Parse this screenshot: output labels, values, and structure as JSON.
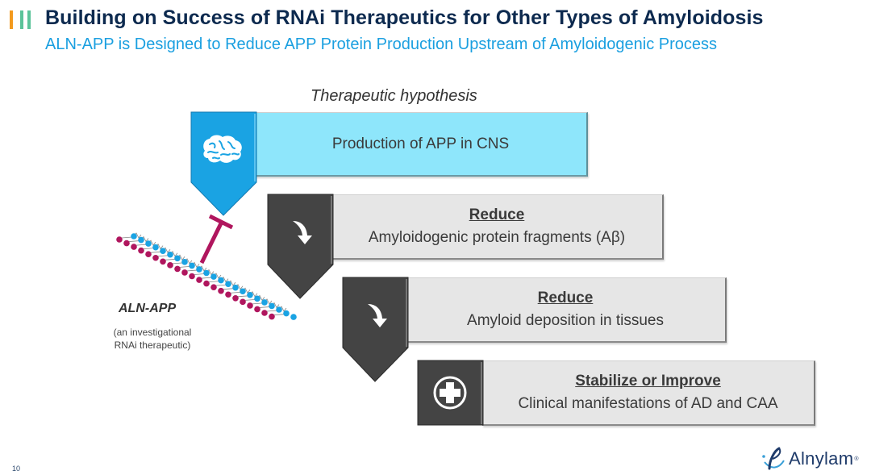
{
  "header": {
    "accent_colors": [
      "#f39a1e",
      "#5cc39a",
      "#5cc39a"
    ],
    "title": "Building on Success of RNAi Therapeutics for Other Types of Amyloidosis",
    "subtitle": "ALN-APP is Designed to Reduce APP Protein Production Upstream of Amyloidogenic Process"
  },
  "diagram": {
    "label": "Therapeutic hypothesis",
    "steps": [
      {
        "icon": "brain-icon",
        "heading": "",
        "text": "Production of APP in CNS",
        "icon_color": "#1aa3e3",
        "box_color": "#8ee6fb"
      },
      {
        "icon": "curved-arrow-down-icon",
        "heading": "Reduce",
        "text": "Amyloidogenic protein fragments (Aβ)",
        "icon_color": "#444444",
        "box_color": "#e6e6e6"
      },
      {
        "icon": "curved-arrow-down-icon",
        "heading": "Reduce",
        "text": "Amyloid deposition in tissues",
        "icon_color": "#444444",
        "box_color": "#e6e6e6"
      },
      {
        "icon": "medical-plus-icon",
        "heading": "Stabilize or Improve",
        "text": "Clinical manifestations of AD and CAA",
        "icon_color": "#444444",
        "box_color": "#e6e6e6"
      }
    ],
    "inhibitor_color": "#b0165e",
    "rnai": {
      "name": "ALN-APP",
      "description_line1": "(an investigational",
      "description_line2": "RNAi therapeutic)",
      "strand_colors": [
        "#1aa3e3",
        "#b0165e"
      ]
    }
  },
  "footer": {
    "page_number": "10",
    "logo_text": "Alnylam",
    "logo_reg": "®"
  }
}
